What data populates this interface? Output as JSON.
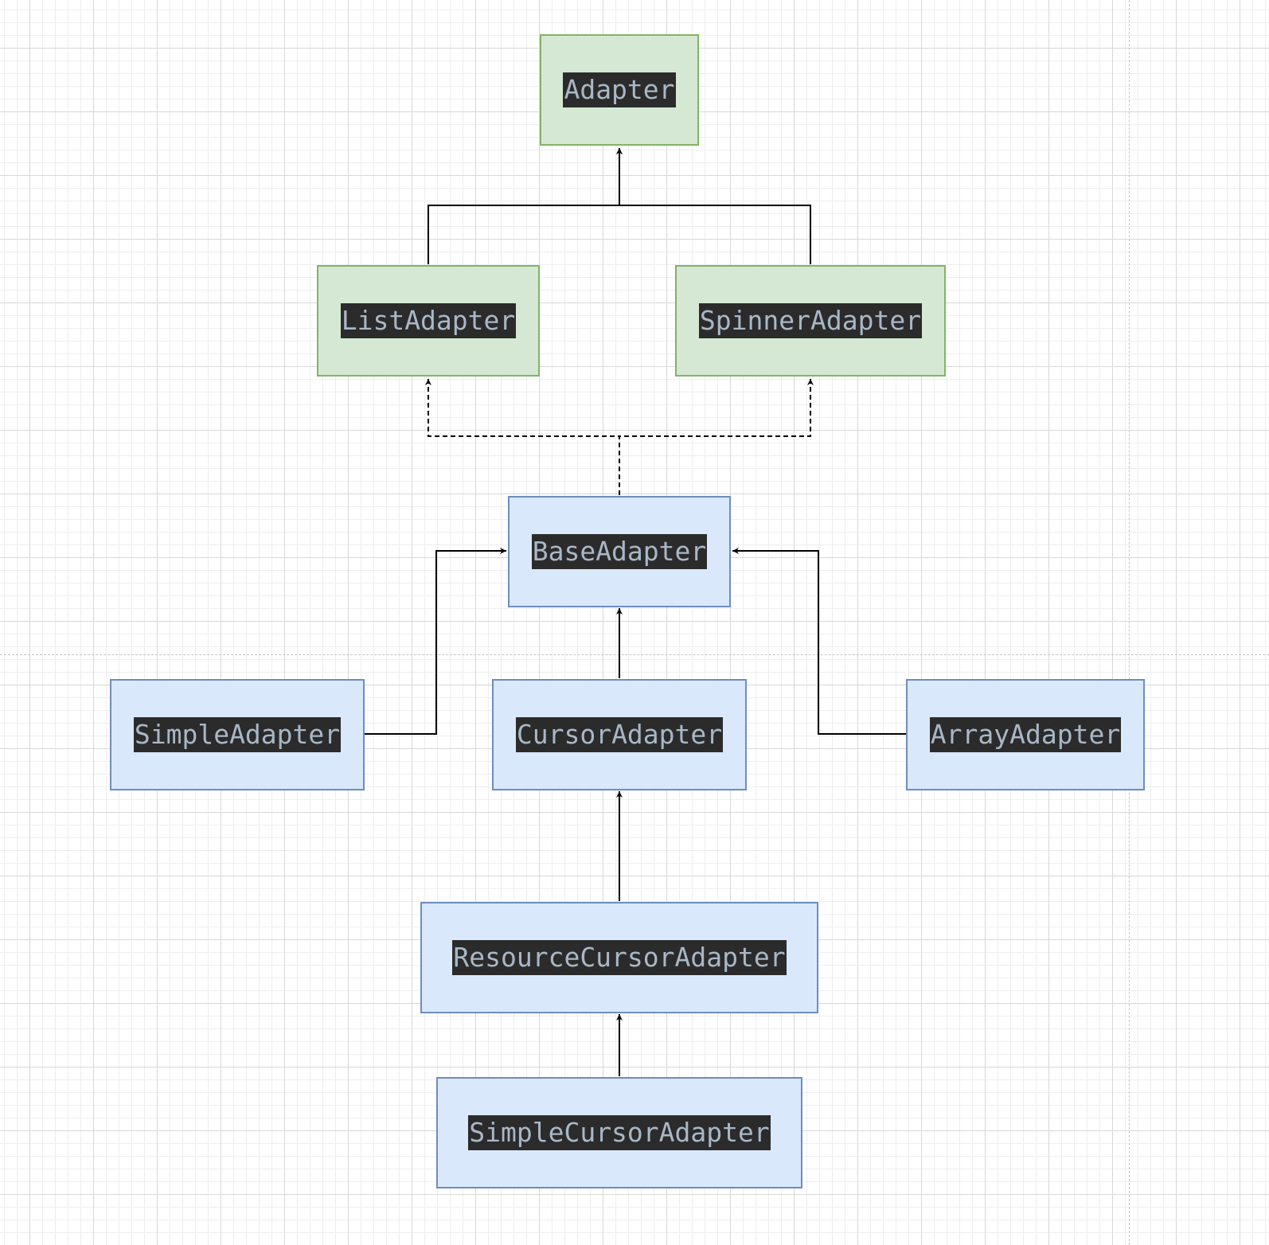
{
  "diagram": {
    "nodes": {
      "adapter": "Adapter",
      "list_adapter": "ListAdapter",
      "spinner_adapter": "SpinnerAdapter",
      "base_adapter": "BaseAdapter",
      "simple_adapter": "SimpleAdapter",
      "cursor_adapter": "CursorAdapter",
      "array_adapter": "ArrayAdapter",
      "resource_cursor_adapter": "ResourceCursorAdapter",
      "simple_cursor_adapter": "SimpleCursorAdapter"
    },
    "edges": [
      {
        "from": "ListAdapter",
        "to": "Adapter",
        "style": "solid"
      },
      {
        "from": "SpinnerAdapter",
        "to": "Adapter",
        "style": "solid"
      },
      {
        "from": "BaseAdapter",
        "to": "ListAdapter",
        "style": "dashed"
      },
      {
        "from": "BaseAdapter",
        "to": "SpinnerAdapter",
        "style": "dashed"
      },
      {
        "from": "SimpleAdapter",
        "to": "BaseAdapter",
        "style": "solid"
      },
      {
        "from": "CursorAdapter",
        "to": "BaseAdapter",
        "style": "solid"
      },
      {
        "from": "ArrayAdapter",
        "to": "BaseAdapter",
        "style": "solid"
      },
      {
        "from": "ResourceCursorAdapter",
        "to": "CursorAdapter",
        "style": "solid"
      },
      {
        "from": "SimpleCursorAdapter",
        "to": "ResourceCursorAdapter",
        "style": "solid"
      }
    ],
    "colors": {
      "interface_fill": "#d5e8d4",
      "interface_stroke": "#82b366",
      "class_fill": "#dae8fc",
      "class_stroke": "#6c8ebf",
      "label_background": "#2b2b2b",
      "label_text": "#a9b7c6",
      "edge": "#000000"
    }
  }
}
